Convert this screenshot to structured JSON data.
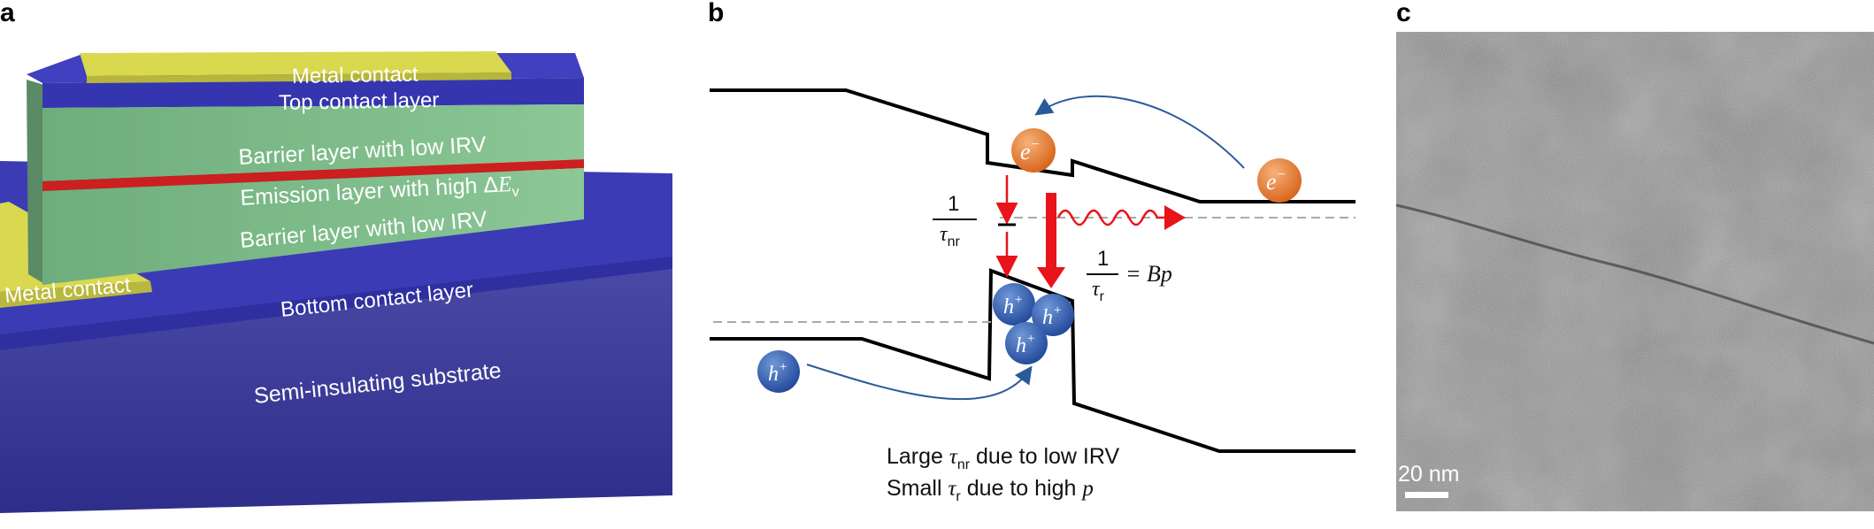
{
  "panels": {
    "a": "a",
    "b": "b",
    "c": "c"
  },
  "panel_a": {
    "layers": {
      "metal_contact_top": "Metal contact",
      "top_contact": "Top contact layer",
      "barrier_upper": "Barrier layer with low IRV",
      "emission_prefix": "Emission layer with high Δ",
      "emission_E": "E",
      "emission_sub": "v",
      "barrier_lower": "Barrier layer with low IRV",
      "metal_contact_side": "Metal contact",
      "bottom_contact": "Bottom contact layer",
      "substrate": "Semi-insulating substrate"
    },
    "colors": {
      "metal": "#d9d84f",
      "contact_layer": "#3c3cb0",
      "barrier": "#7fbf8a",
      "emission": "#cc1f1f",
      "substrate": "#3d3d9a"
    }
  },
  "panel_b": {
    "electron_top": {
      "base": "e",
      "sup": "−"
    },
    "electron_right": {
      "base": "e",
      "sup": "−"
    },
    "holes": [
      {
        "base": "h",
        "sup": "+"
      },
      {
        "base": "h",
        "sup": "+"
      },
      {
        "base": "h",
        "sup": "+"
      },
      {
        "base": "h",
        "sup": "+"
      }
    ],
    "tau_nr_frac": {
      "num": "1",
      "den_base": "τ",
      "den_sub": "nr"
    },
    "tau_r_frac": {
      "num": "1",
      "den_base": "τ",
      "den_sub": "r",
      "rhs": "= Bp"
    },
    "caption_line1": {
      "prefix": "Large ",
      "tau": "τ",
      "sub": "nr",
      "suffix": " due to low IRV"
    },
    "caption_line2": {
      "prefix": "Small ",
      "tau": "τ",
      "sub": "r",
      "suffix": " due to high ",
      "p": "p"
    },
    "colors": {
      "electron": "#e87b2c",
      "hole": "#2f5fb0",
      "arrow_red": "#e8141a",
      "arrow_blue": "#2a5a9a"
    }
  },
  "panel_c": {
    "scale_label": "20 nm"
  }
}
